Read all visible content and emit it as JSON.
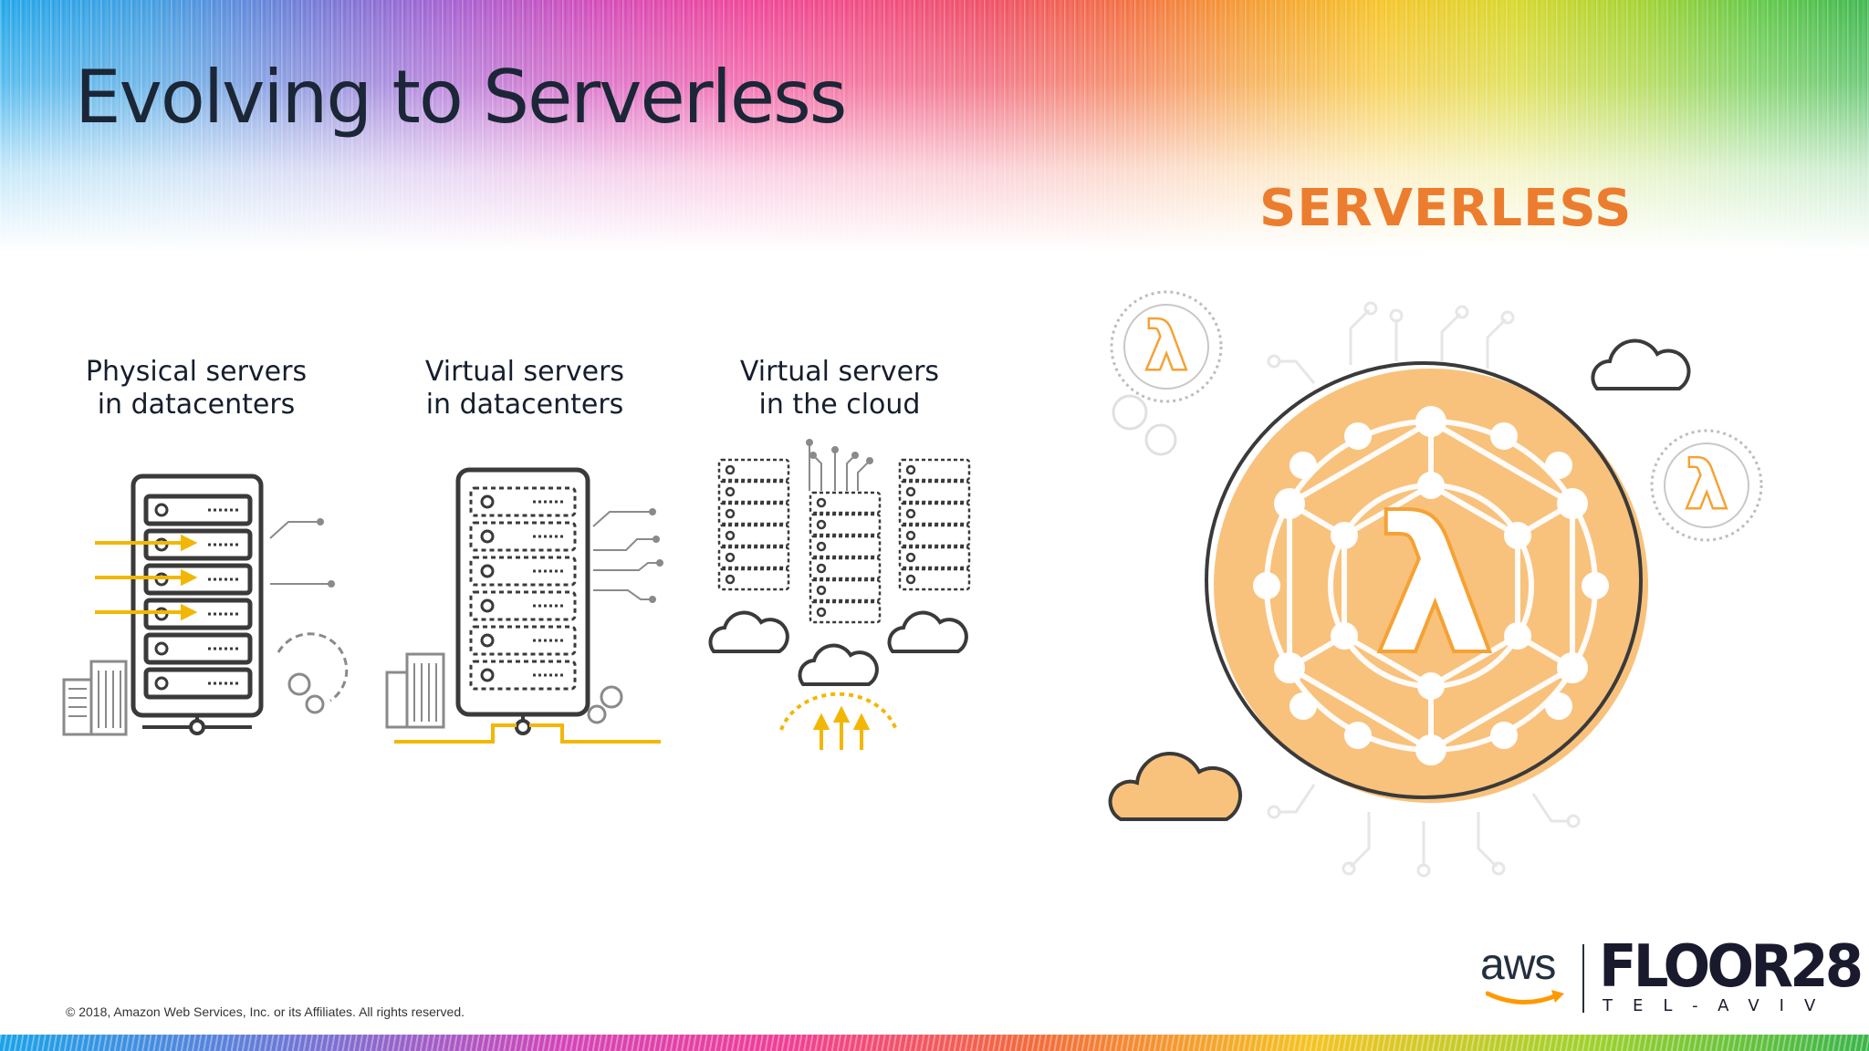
{
  "slide": {
    "title": "Evolving to Serverless",
    "serverless_heading": "SERVERLESS",
    "captions": [
      {
        "line1": "Physical servers",
        "line2": "in datacenters"
      },
      {
        "line1": "Virtual servers",
        "line2": "in datacenters"
      },
      {
        "line1": "Virtual servers",
        "line2": "in the cloud"
      }
    ],
    "lambda_symbol": "λ",
    "copyright": "© 2018, Amazon Web Services, Inc. or its Affiliates. All rights reserved."
  },
  "logos": {
    "aws": "aws",
    "floor_main": "FLOOR28",
    "floor_sub": "TEL-AVIV"
  },
  "colors": {
    "title": "#1b2636",
    "accent_orange": "#ec7d2f",
    "lambda_fill": "#f8c27c",
    "arrow_yellow": "#f2b705",
    "outline": "#3a3a3a"
  },
  "icons": [
    "server-rack-icon",
    "building-icon",
    "gear-icon",
    "cloud-icon",
    "lambda-icon",
    "circuit-icon",
    "arrow-icon"
  ]
}
